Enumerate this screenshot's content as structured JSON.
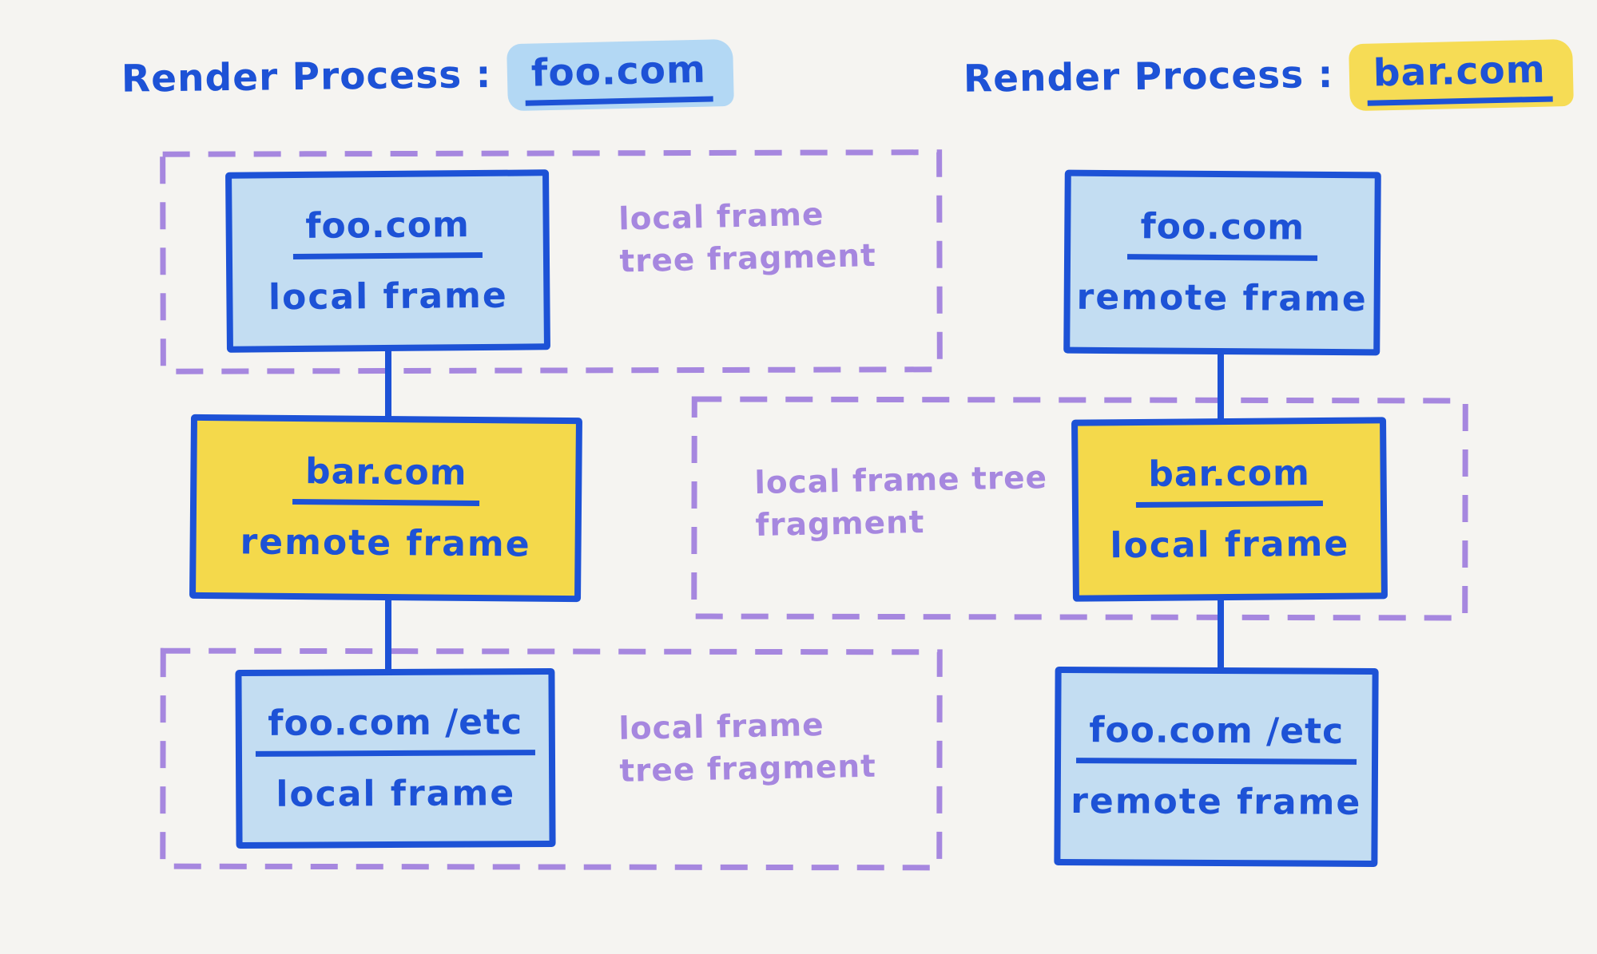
{
  "canvas": {
    "background": "#f5f4f1"
  },
  "palette": {
    "ink_blue": "#1d52d6",
    "light_blue_fill": "#c3ddf2",
    "blue_highlight": "#b3d8f4",
    "yellow_fill": "#f4d94b",
    "yellow_highlight": "#f6dc55",
    "purple": "#a687df"
  },
  "left_process": {
    "title_prefix": "Render Process :",
    "title_domain": "foo.com",
    "top_fragment_label": "local frame tree fragment",
    "bottom_fragment_label": "local frame tree fragment",
    "top_node": {
      "domain": "foo.com",
      "kind": "local frame"
    },
    "middle_node": {
      "domain": "bar.com",
      "kind": "remote frame"
    },
    "bottom_node": {
      "domain": "foo.com /etc",
      "kind": "local frame"
    }
  },
  "right_process": {
    "title_prefix": "Render Process :",
    "title_domain": "bar.com",
    "middle_fragment_label": "local frame tree fragment",
    "top_node": {
      "domain": "foo.com",
      "kind": "remote frame"
    },
    "middle_node": {
      "domain": "bar.com",
      "kind": "local frame"
    },
    "bottom_node": {
      "domain": "foo.com /etc",
      "kind": "remote frame"
    }
  }
}
